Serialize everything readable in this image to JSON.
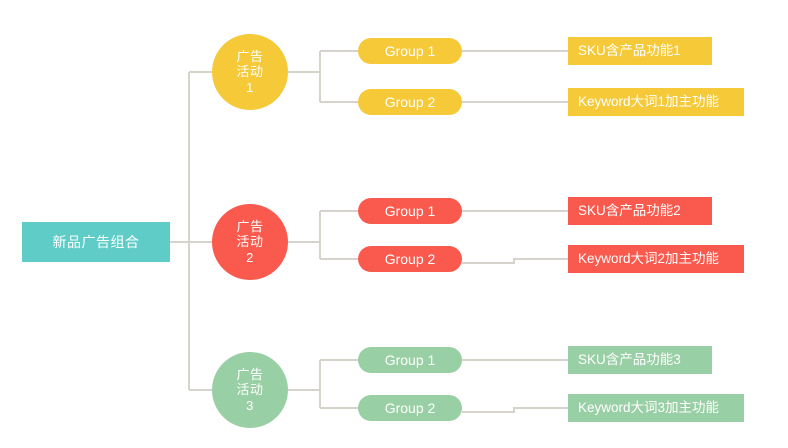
{
  "diagram": {
    "type": "tree",
    "title": "",
    "background": "#ffffff",
    "connector_color": "#d6d2cc",
    "colors": {
      "root": "#5FCCC8",
      "branch_1": "#F5C938",
      "branch_2": "#FA5A4D",
      "branch_3": "#99CFA4",
      "text": "#ffffff"
    }
  },
  "root": {
    "label": "新品广告组合"
  },
  "branches": [
    {
      "circle_label": "广告\n活动\n1",
      "circle_line_1": "广告",
      "circle_line_2": "活动",
      "circle_line_3": "1",
      "color": "#F5C938",
      "groups": [
        {
          "label": "Group 1",
          "leaf": "SKU含产品功能1"
        },
        {
          "label": "Group 2",
          "leaf": "Keyword大词1加主功能"
        }
      ]
    },
    {
      "circle_label": "广告\n活动\n2",
      "circle_line_1": "广告",
      "circle_line_2": "活动",
      "circle_line_3": "2",
      "color": "#FA5A4D",
      "groups": [
        {
          "label": "Group 1",
          "leaf": "SKU含产品功能2"
        },
        {
          "label": "Group 2",
          "leaf": "Keyword大词2加主功能"
        }
      ]
    },
    {
      "circle_label": "广告\n活动\n3",
      "circle_line_1": "广告",
      "circle_line_2": "活动",
      "circle_line_3": "3",
      "color": "#99CFA4",
      "groups": [
        {
          "label": "Group 1",
          "leaf": "SKU含产品功能3"
        },
        {
          "label": "Group 2",
          "leaf": "Keyword大词3加主功能"
        }
      ]
    }
  ]
}
